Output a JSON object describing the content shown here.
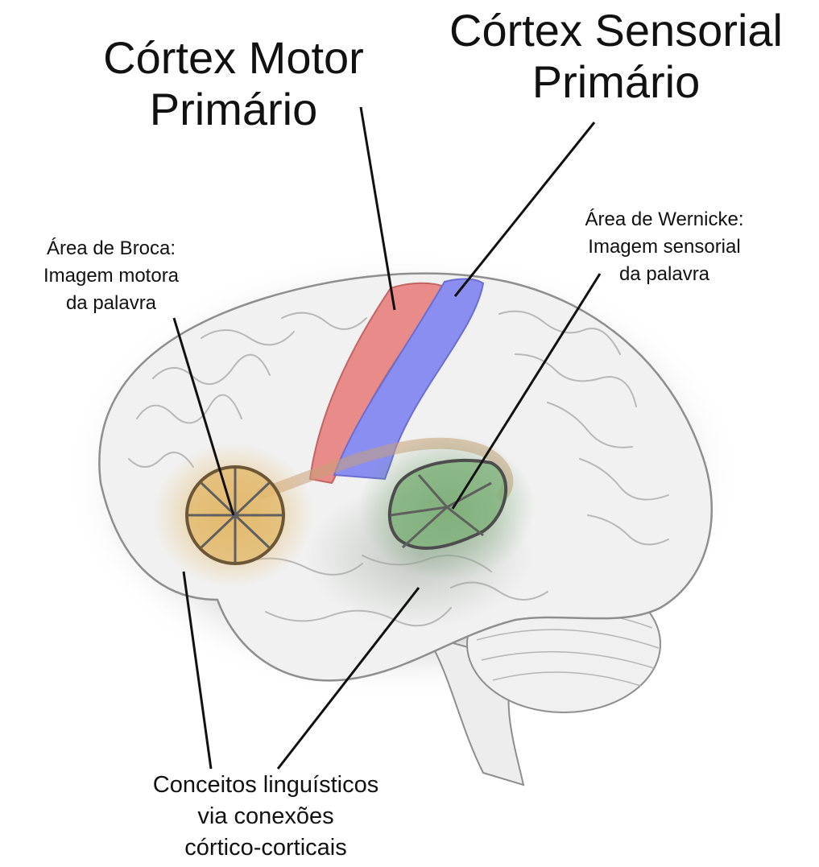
{
  "labels": {
    "motor_cortex": "Córtex Motor\nPrimário",
    "sensory_cortex": "Córtex Sensorial\nPrimário",
    "broca_area": "Área de Broca:\nImagem motora\nda palavra",
    "wernicke_area": "Área de Wernicke:\nImagem sensorial\nda palavra",
    "linguistic_concepts": "Conceitos linguísticos\nvia conexões\ncórtico-corticais"
  },
  "colors": {
    "motor_cortex": "#e98b88",
    "sensory_cortex": "#8a8ef0",
    "broca_area": "#e3b86a",
    "wernicke_area": "#7fb27a",
    "brain_fill": "#f1f1f1",
    "brain_outline": "#8e8e8e"
  }
}
